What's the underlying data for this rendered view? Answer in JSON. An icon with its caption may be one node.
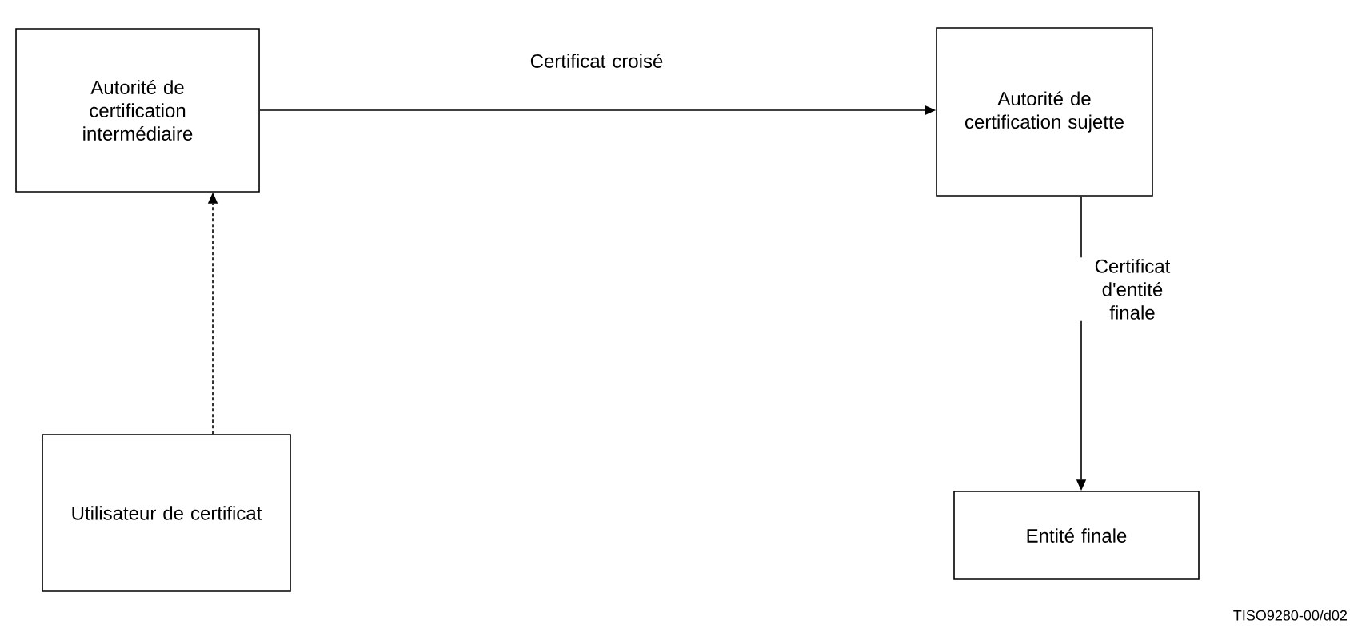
{
  "diagram": {
    "nodes": [
      {
        "text": [
          "Autorité de certification intermédiaire"
        ]
      },
      {
        "text": [
          "Autorité de certification sujette"
        ]
      },
      {
        "text": [
          "Utilisateur de certificat"
        ]
      },
      {
        "text": [
          "Entité finale"
        ]
      }
    ],
    "edges": [
      {
        "from": 0,
        "to": 1,
        "arrow": "to",
        "label": "Certificat croisé"
      },
      {
        "from": 2,
        "to": 0,
        "arrow": "to",
        "style": "dashed"
      },
      {
        "from": 1,
        "to": 3,
        "arrow": "to",
        "label": "Certificat d'entité finale"
      }
    ],
    "labels": [
      "TISO9280-00/d02"
    ]
  }
}
